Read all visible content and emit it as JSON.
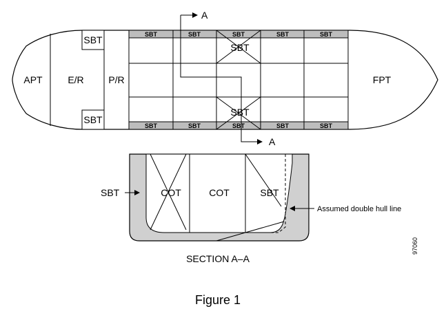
{
  "plan": {
    "apt": "APT",
    "er": "E/R",
    "pr": "P/R",
    "fpt": "FPT",
    "sbt_engine_top": "SBT",
    "sbt_engine_bottom": "SBT",
    "top_strip": [
      "SBT",
      "SBT",
      "SBT",
      "SBT",
      "SBT"
    ],
    "bottom_strip": [
      "SBT",
      "SBT",
      "SBT",
      "SBT",
      "SBT"
    ],
    "sbt_x_top": "SBT",
    "sbt_x_bottom": "SBT"
  },
  "section_markers": {
    "top": "A",
    "bottom": "A"
  },
  "section": {
    "sbt_left": "SBT",
    "cot_left": "COT",
    "cot_center": "COT",
    "sbt_right": "SBT",
    "note": "Assumed double hull line",
    "title": "SECTION A–A"
  },
  "figure_id": "97060",
  "caption": "Figure 1",
  "colors": {
    "tank_shading": "#bdbdbd",
    "section_shading": "#d0d0d0",
    "line": "#000000"
  }
}
